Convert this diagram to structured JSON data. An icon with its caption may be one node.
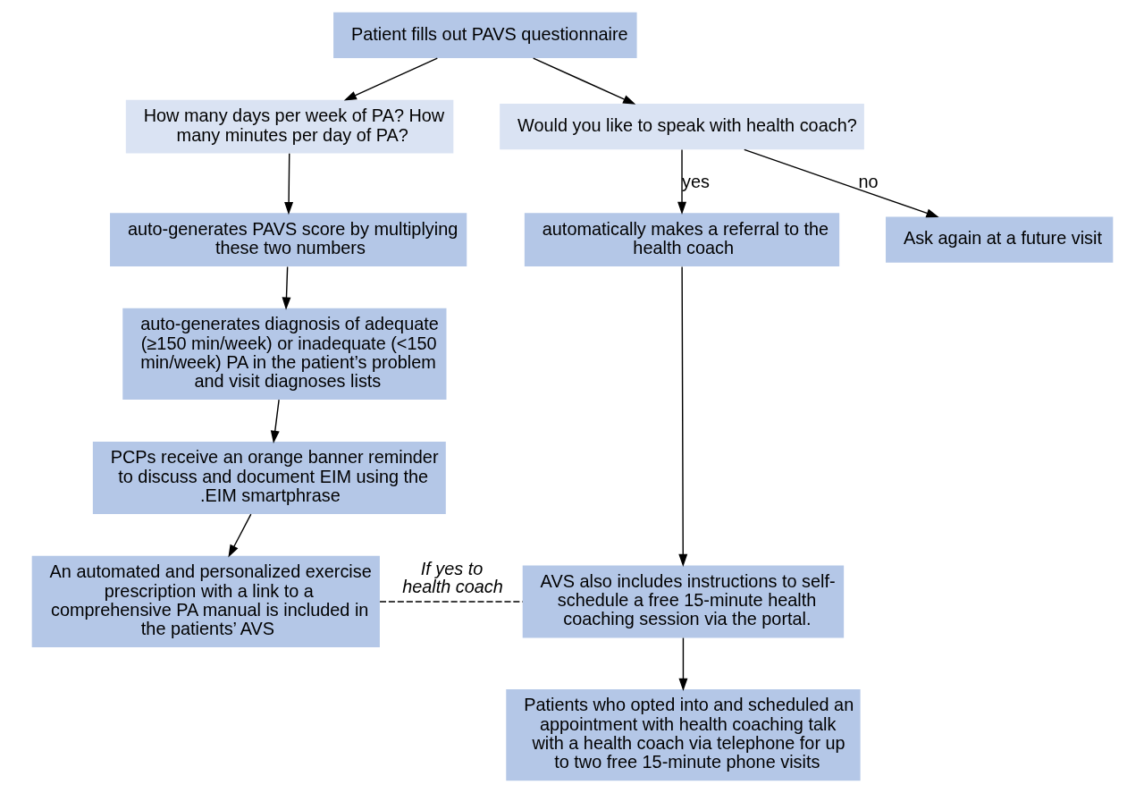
{
  "diagram": {
    "nodes": [
      {
        "text": [
          "Patient fills out PAVS questionnaire"
        ]
      },
      {
        "text": [
          "How many days per week of PA? How many minutes per day of PA?"
        ]
      },
      {
        "text": [
          "Would you like to speak with health coach?"
        ]
      },
      {
        "text": [
          "auto-generates PAVS score by multiplying these two numbers"
        ]
      },
      {
        "text": [
          "auto-generates diagnosis of adequate (≥150 min/week) or inadequate (<150 min/week) PA in the patient’s problem and visit diagnoses lists"
        ]
      },
      {
        "text": [
          "PCPs receive an orange banner reminder to discuss and document EIM using the .EIM smartphrase"
        ]
      },
      {
        "text": [
          "An automated and personalized exercise prescription with a link to a comprehensive PA manual is included in the patients’ AVS"
        ]
      },
      {
        "text": [
          "automatically makes a referral to the health coach"
        ]
      },
      {
        "text": [
          "Ask again at a future visit"
        ]
      },
      {
        "text": [
          "AVS also includes instructions to self-schedule a free 15-minute health coaching session via the portal."
        ]
      },
      {
        "text": [
          "Patients who opted into and scheduled an appointment with health coaching talk with a health coach via telephone for up to two free 15-minute phone visits"
        ]
      }
    ],
    "edges": [
      {
        "from": 0,
        "to": 1,
        "arrow": "to"
      },
      {
        "from": 0,
        "to": 2,
        "arrow": "to"
      },
      {
        "from": 1,
        "to": 3,
        "arrow": "to"
      },
      {
        "from": 3,
        "to": 4,
        "arrow": "to"
      },
      {
        "from": 4,
        "to": 5,
        "arrow": "to"
      },
      {
        "from": 5,
        "to": 6,
        "arrow": "to"
      },
      {
        "from": 2,
        "to": 7,
        "arrow": "to",
        "label": "yes"
      },
      {
        "from": 2,
        "to": 8,
        "arrow": "to",
        "label": "no"
      },
      {
        "from": 7,
        "to": 9,
        "arrow": "to"
      },
      {
        "from": 9,
        "to": 10,
        "arrow": "to"
      },
      {
        "from": 6,
        "to": 9,
        "arrow": "none",
        "style": "dashed",
        "label": "If yes to health coach"
      }
    ]
  }
}
